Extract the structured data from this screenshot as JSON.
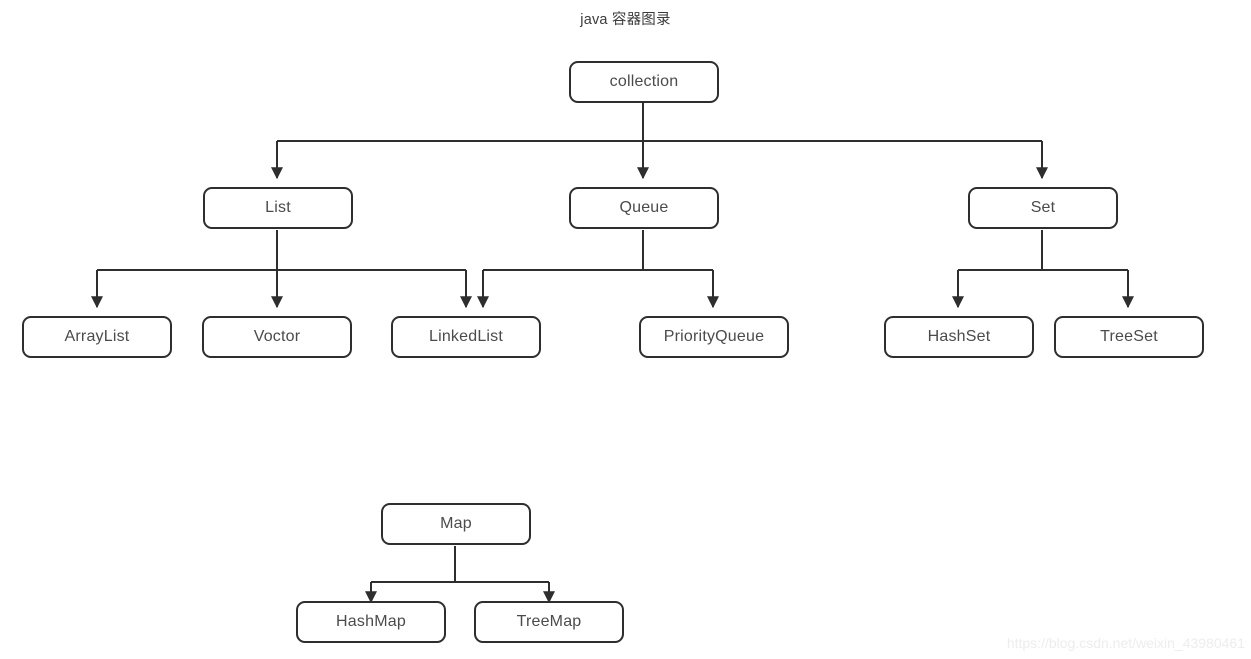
{
  "title": "java 容器图录",
  "watermark": "https://blog.csdn.net/weixin_43980461",
  "style": {
    "border_color": "#2e2e2e",
    "text_color": "#4b4b4b",
    "background": "#ffffff",
    "line_color": "#2e2e2e",
    "watermark_color": "#ededed"
  },
  "nodes": {
    "collection": "collection",
    "list": "List",
    "queue": "Queue",
    "set": "Set",
    "arraylist": "ArrayList",
    "voctor": "Voctor",
    "linkedlist": "LinkedList",
    "priorityqueue": "PriorityQueue",
    "hashset": "HashSet",
    "treeset": "TreeSet",
    "map": "Map",
    "hashmap": "HashMap",
    "treemap": "TreeMap"
  },
  "chart_data": {
    "type": "diagram",
    "title": "java 容器图录",
    "layout": "top-down hierarchy tree, two disconnected trees",
    "trees": [
      {
        "root": "collection",
        "edges": [
          {
            "from": "collection",
            "to": "List"
          },
          {
            "from": "collection",
            "to": "Queue"
          },
          {
            "from": "collection",
            "to": "Set"
          },
          {
            "from": "List",
            "to": "ArrayList"
          },
          {
            "from": "List",
            "to": "Voctor"
          },
          {
            "from": "List",
            "to": "LinkedList"
          },
          {
            "from": "Queue",
            "to": "LinkedList"
          },
          {
            "from": "Queue",
            "to": "PriorityQueue"
          },
          {
            "from": "Set",
            "to": "HashSet"
          },
          {
            "from": "Set",
            "to": "TreeSet"
          }
        ]
      },
      {
        "root": "Map",
        "edges": [
          {
            "from": "Map",
            "to": "HashMap"
          },
          {
            "from": "Map",
            "to": "TreeMap"
          }
        ]
      }
    ],
    "levels": [
      [
        "collection"
      ],
      [
        "List",
        "Queue",
        "Set"
      ],
      [
        "ArrayList",
        "Voctor",
        "LinkedList",
        "PriorityQueue",
        "HashSet",
        "TreeSet"
      ],
      [
        "Map"
      ],
      [
        "HashMap",
        "TreeMap"
      ]
    ]
  }
}
